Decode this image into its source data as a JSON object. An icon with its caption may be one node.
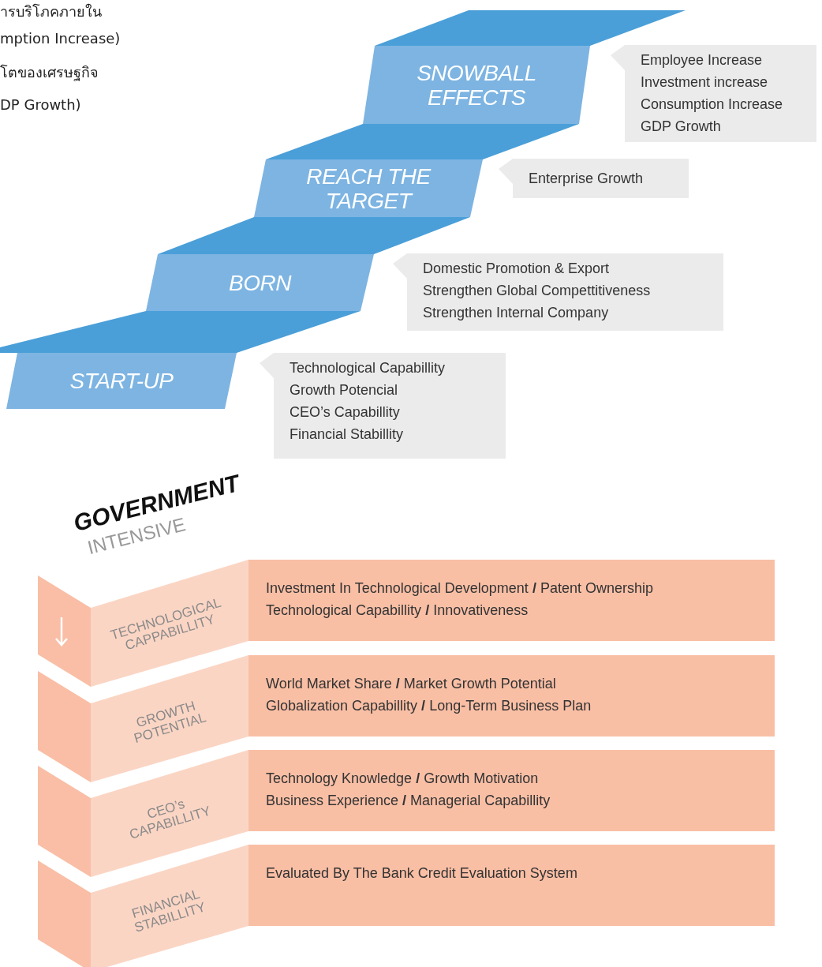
{
  "diagram": {
    "nodes": [
      {
        "text": [
          "SNOWBALL EFFECTS"
        ]
      },
      {
        "text": [
          "Employee Increase",
          "Investment increase",
          "Consumption Increase",
          "GDP Growth"
        ]
      },
      {
        "text": [
          "REACH THE TARGET"
        ]
      },
      {
        "text": [
          "Enterprise Growth"
        ]
      },
      {
        "text": [
          "BORN"
        ]
      },
      {
        "text": [
          "Domestic Promotion & Export",
          "Strengthen Global Compettitiveness",
          "Strengthen Internal Company"
        ]
      },
      {
        "text": [
          "START-UP"
        ]
      },
      {
        "text": [
          "Technological Capabillity",
          "Growth Potencial",
          "CEO’s Capabillity",
          "Financial Stabillity"
        ]
      },
      {
        "text": [
          "TECHNOLOGICAL CAPPABILLITY"
        ]
      },
      {
        "text": [
          "Investment In Technological Development **/** Patent Ownership",
          "Technological Capabillity **/** Innovativeness"
        ]
      },
      {
        "text": [
          "GROWTH POTENTIAL"
        ]
      },
      {
        "text": [
          "World Market Share **/** Market Growth Potential",
          "Globalization Capabillity **/** Long-Term Business Plan"
        ]
      },
      {
        "text": [
          "CEO’s CAPABILLITY"
        ]
      },
      {
        "text": [
          "Technology Knowledge **/** Growth Motivation",
          "Business Experience **/** Managerial Capabillity"
        ]
      },
      {
        "text": [
          "FINANCIAL STABILLITY"
        ]
      },
      {
        "text": [
          "Evaluated By The Bank Credit Evaluation System"
        ]
      }
    ],
    "labels": [
      "ารบริโภคภายใน",
      "mption Increase)",
      "โตของเศรษฐกิจ",
      "DP Growth)",
      "GOVERNMENT",
      "INTENSIVE"
    ]
  }
}
